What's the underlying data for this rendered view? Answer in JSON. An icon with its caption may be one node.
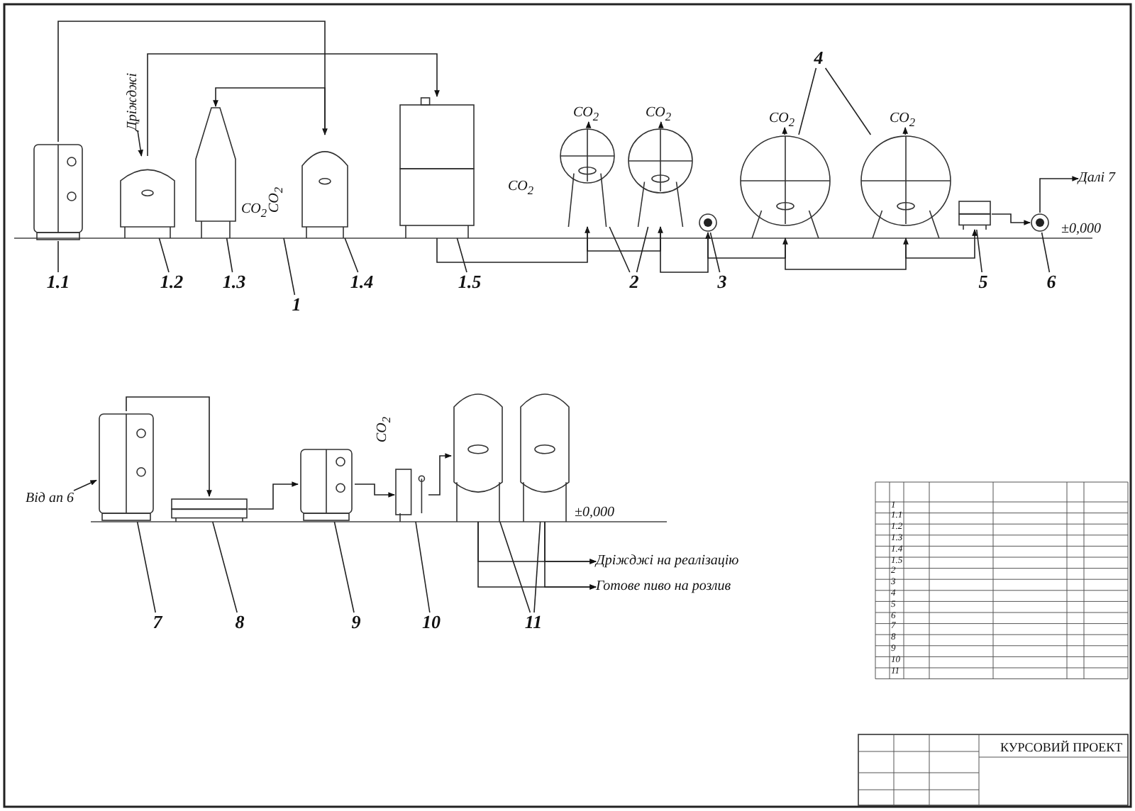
{
  "diagram": {
    "nodes": [
      {
        "text": [],
        "shape": "picture"
      },
      {
        "text": [],
        "shape": "picture"
      },
      {
        "text": [],
        "shape": "picture"
      },
      {
        "text": [],
        "shape": "picture"
      },
      {
        "text": [],
        "shape": "picture"
      },
      {
        "text": [],
        "shape": "picture"
      },
      {
        "text": [],
        "shape": "picture"
      },
      {
        "text": [],
        "shape": "picture"
      },
      {
        "text": [],
        "shape": "picture"
      },
      {
        "text": [],
        "shape": "picture"
      },
      {
        "text": [],
        "shape": "picture"
      },
      {
        "text": [],
        "shape": "picture"
      },
      {
        "text": [],
        "shape": "picture"
      },
      {
        "text": [],
        "shape": "picture"
      },
      {
        "text": [],
        "shape": "picture"
      },
      {
        "text": [],
        "shape": "picture"
      },
      {
        "text": [],
        "shape": "picture"
      },
      {
        "text": [],
        "shape": "picture"
      },
      {
        "text": [
          "1.1"
        ]
      },
      {
        "text": [
          "1.2"
        ]
      },
      {
        "text": [
          "1.3"
        ]
      },
      {
        "text": [
          "1.4"
        ]
      },
      {
        "text": [
          "1"
        ]
      },
      {
        "text": [
          "1.5"
        ]
      },
      {
        "text": [
          "2"
        ]
      },
      {
        "text": [
          "3"
        ]
      },
      {
        "text": [
          "4"
        ]
      },
      {
        "text": [
          "5"
        ]
      },
      {
        "text": [
          "6"
        ]
      },
      {
        "text": [
          "7"
        ]
      },
      {
        "text": [
          "8"
        ]
      },
      {
        "text": [
          "9"
        ]
      },
      {
        "text": [
          "10"
        ]
      },
      {
        "text": [
          "11"
        ]
      },
      {
        "text": [
          "Дріжджі"
        ]
      },
      {
        "text": [
          "CO$_{2}$"
        ]
      },
      {
        "text": [
          "CO$_{2}$"
        ]
      },
      {
        "text": [
          "CO$_{2}$"
        ]
      },
      {
        "text": [
          "CO$_{2}$"
        ]
      },
      {
        "text": [
          "Далі 7"
        ]
      },
      {
        "text": [
          "Від ап 6"
        ]
      },
      {
        "text": [
          "Дріжджі на реалізацію"
        ]
      },
      {
        "text": [
          "Готове пиво на розлив"
        ]
      }
    ],
    "edges": [
      {
        "from": 18,
        "to": 0,
        "arrow": "none"
      },
      {
        "from": 19,
        "to": 1,
        "arrow": "none"
      },
      {
        "from": 20,
        "to": 2,
        "arrow": "none"
      },
      {
        "from": 21,
        "to": 3,
        "arrow": "none"
      },
      {
        "from": 22,
        "to": null,
        "arrow": "none"
      },
      {
        "from": 23,
        "to": 4,
        "arrow": "none"
      },
      {
        "from": 24,
        "to": 5,
        "arrow": "none"
      },
      {
        "from": 24,
        "to": 6,
        "arrow": "none"
      },
      {
        "from": 25,
        "to": 7,
        "arrow": "none"
      },
      {
        "from": 26,
        "to": 8,
        "arrow": "none"
      },
      {
        "from": 26,
        "to": 9,
        "arrow": "none"
      },
      {
        "from": 27,
        "to": 10,
        "arrow": "none"
      },
      {
        "from": 28,
        "to": 11,
        "arrow": "none"
      },
      {
        "from": 29,
        "to": 12,
        "arrow": "none"
      },
      {
        "from": 30,
        "to": 13,
        "arrow": "none"
      },
      {
        "from": 31,
        "to": 14,
        "arrow": "none"
      },
      {
        "from": 32,
        "to": 15,
        "arrow": "none"
      },
      {
        "from": 33,
        "to": 16,
        "arrow": "none"
      },
      {
        "from": 33,
        "to": 17,
        "arrow": "none"
      },
      {
        "from": 34,
        "to": 1,
        "arrow": "to"
      },
      {
        "from": 5,
        "to": 35,
        "arrow": "to"
      },
      {
        "from": 6,
        "to": 36,
        "arrow": "to"
      },
      {
        "from": 8,
        "to": 37,
        "arrow": "to"
      },
      {
        "from": 9,
        "to": 38,
        "arrow": "to"
      },
      {
        "from": 0,
        "to": 3,
        "arrow": "to"
      },
      {
        "from": 1,
        "to": 4,
        "arrow": "to"
      },
      {
        "from": 3,
        "to": 2,
        "arrow": "to"
      },
      {
        "from": 4,
        "to": 5,
        "arrow": "to"
      },
      {
        "from": 5,
        "to": 6,
        "arrow": "to"
      },
      {
        "from": 6,
        "to": 7,
        "arrow": "to"
      },
      {
        "from": 7,
        "to": 8,
        "arrow": "to"
      },
      {
        "from": 8,
        "to": 9,
        "arrow": "to"
      },
      {
        "from": 9,
        "to": 10,
        "arrow": "to"
      },
      {
        "from": 10,
        "to": 11,
        "arrow": "to"
      },
      {
        "from": 11,
        "to": 39,
        "arrow": "to"
      },
      {
        "from": 40,
        "to": 12,
        "arrow": "to"
      },
      {
        "from": 12,
        "to": 13,
        "arrow": "to"
      },
      {
        "from": 13,
        "to": 14,
        "arrow": "to"
      },
      {
        "from": 14,
        "to": 15,
        "arrow": "to"
      },
      {
        "from": 15,
        "to": 16,
        "arrow": "to"
      },
      {
        "from": 16,
        "to": 41,
        "arrow": "to"
      },
      {
        "from": 17,
        "to": 41,
        "arrow": "to"
      },
      {
        "from": 16,
        "to": 42,
        "arrow": "to"
      },
      {
        "from": 17,
        "to": 42,
        "arrow": "to"
      }
    ],
    "labels": [
      "CO$_{2}$",
      "CO$_{2}$",
      "CO$_{2}$",
      "±0,000",
      "CO$_{2}$",
      "±0,000",
      "1",
      "1.1",
      "1.2",
      "1.3",
      "1.4",
      "1.5",
      "2",
      "3",
      "4",
      "5",
      "6",
      "7",
      "8",
      "9",
      "10",
      "11",
      "КУРСОВИЙ ПРОЕКТ"
    ]
  }
}
